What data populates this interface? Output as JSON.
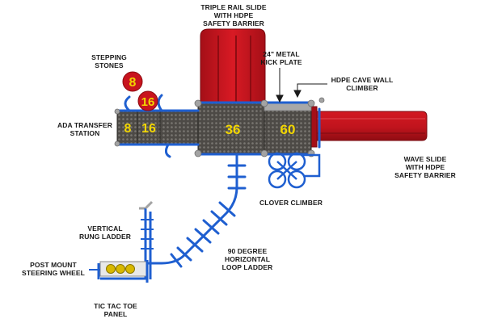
{
  "labels": {
    "triple_rail_slide": "TRIPLE RAIL SLIDE\nWITH HDPE\nSAFETY BARRIER",
    "stepping_stones": "STEPPING\nSTONES",
    "metal_kick_plate": "24\" METAL\nKICK PLATE",
    "hdpe_cave_wall": "HDPE CAVE WALL\nCLIMBER",
    "ada_transfer": "ADA TRANSFER\nSTATION",
    "wave_slide": "WAVE SLIDE\nWITH HDPE\nSAFETY BARRIER",
    "clover_climber": "CLOVER CLIMBER",
    "vertical_rung_ladder": "VERTICAL\nRUNG LADDER",
    "horizontal_loop_ladder": "90 DEGREE\nHORIZONTAL\nLOOP LADDER",
    "steering_wheel": "POST MOUNT\nSTEERING WHEEL",
    "tic_tac_toe": "TIC TAC TOE\nPANEL"
  },
  "stones": [
    "8",
    "16"
  ],
  "decks": [
    "8",
    "16",
    "36",
    "60"
  ],
  "colors": {
    "red": "#c8141e",
    "red_dark": "#8e0c12",
    "blue": "#1f5fd0",
    "deck": "#4d4a46",
    "gray": "#9a9a9a",
    "yellow": "#f2d600"
  }
}
